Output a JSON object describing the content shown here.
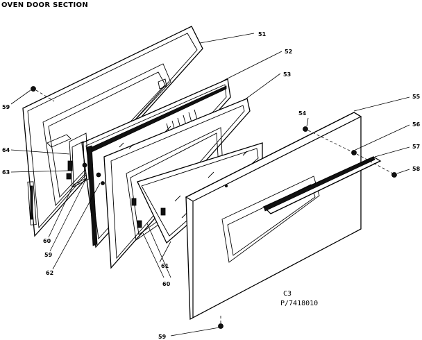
{
  "header": {
    "title": "OVEN DOOR SECTION"
  },
  "reference": {
    "code_line1": "C3",
    "code_line2": "P/7418010"
  },
  "callouts": {
    "c51": "51",
    "c52": "52",
    "c53": "53",
    "c54_right": "54",
    "c55": "55",
    "c56": "56",
    "c57": "57",
    "c58": "58",
    "c59_top": "59",
    "c64": "64",
    "c63": "63",
    "c60_left": "60",
    "c59_left": "59",
    "c62": "62",
    "c61": "61",
    "c60_bottom": "60",
    "c59_bottom": "59"
  }
}
